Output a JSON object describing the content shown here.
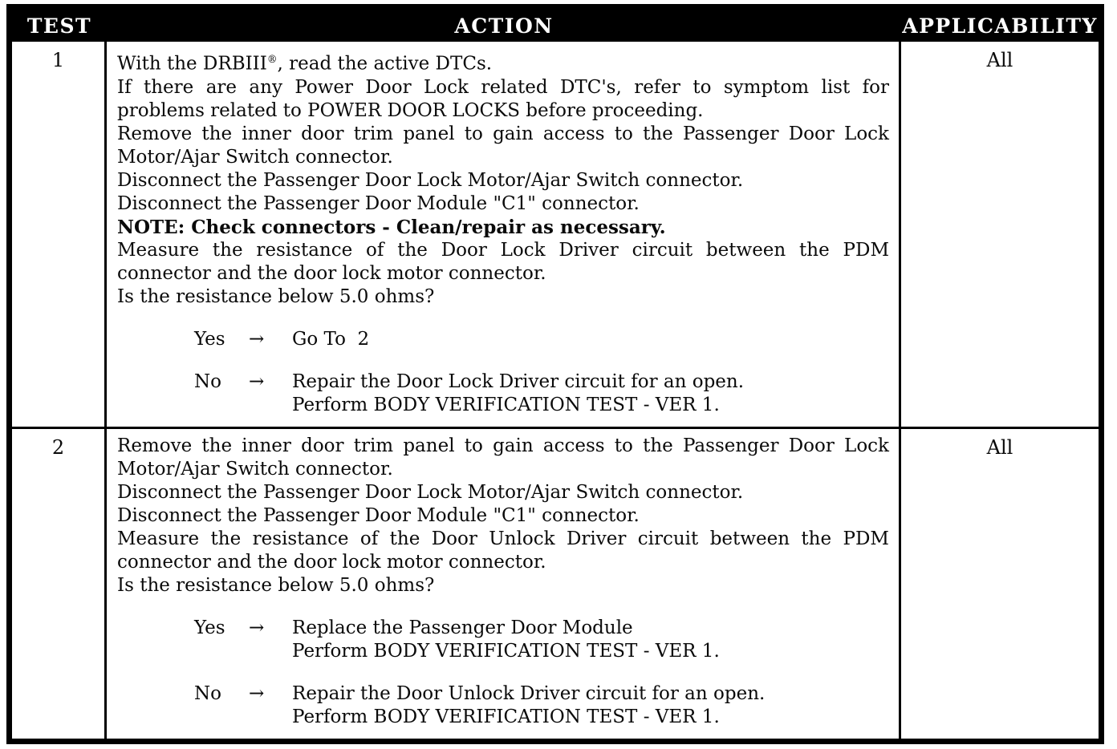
{
  "header": {
    "test": "TEST",
    "action": "ACTION",
    "applicability": "APPLICABILITY"
  },
  "rows": [
    {
      "test": "1",
      "applicability": "All",
      "steps": [
        {
          "prefix": "With the DRBIII",
          "sup": "®",
          "suffix": ", read the active DTCs."
        },
        {
          "text": "If there are any Power Door Lock related DTC's, refer to symptom list for problems related to POWER DOOR LOCKS before proceeding."
        },
        {
          "text": "Remove the inner door trim panel to gain access to the Passenger Door Lock Motor/Ajar Switch connector."
        },
        {
          "text": "Disconnect the Passenger Door Lock Motor/Ajar Switch connector."
        },
        {
          "text": "Disconnect the Passenger Door Module \"C1\" connector."
        },
        {
          "text": "NOTE: Check connectors - Clean/repair as necessary.",
          "bold": true
        },
        {
          "text": "Measure the resistance of the Door Lock Driver circuit between the PDM connector and the door lock motor connector."
        },
        {
          "text": "Is the resistance below 5.0 ohms?"
        }
      ],
      "answers": [
        {
          "label": "Yes",
          "arrow": "→",
          "lines": [
            "Go To  2"
          ]
        },
        {
          "label": "No",
          "arrow": "→",
          "lines": [
            "Repair the Door Lock Driver circuit for an open.",
            "Perform BODY VERIFICATION TEST - VER 1."
          ]
        }
      ]
    },
    {
      "test": "2",
      "applicability": "All",
      "steps": [
        {
          "text": "Remove the inner door trim panel to gain access to the Passenger Door Lock Motor/Ajar Switch connector."
        },
        {
          "text": "Disconnect the Passenger Door Lock Motor/Ajar Switch connector."
        },
        {
          "text": "Disconnect the Passenger Door Module \"C1\" connector."
        },
        {
          "text": "Measure the resistance of the Door Unlock Driver circuit between the PDM connector and the door lock motor connector."
        },
        {
          "text": "Is the resistance below 5.0 ohms?"
        }
      ],
      "answers": [
        {
          "label": "Yes",
          "arrow": "→",
          "lines": [
            "Replace the Passenger Door Module",
            "Perform BODY VERIFICATION TEST - VER 1."
          ]
        },
        {
          "label": "No",
          "arrow": "→",
          "lines": [
            "Repair the Door Unlock Driver circuit for an open.",
            "Perform BODY VERIFICATION TEST - VER 1."
          ]
        }
      ]
    }
  ]
}
